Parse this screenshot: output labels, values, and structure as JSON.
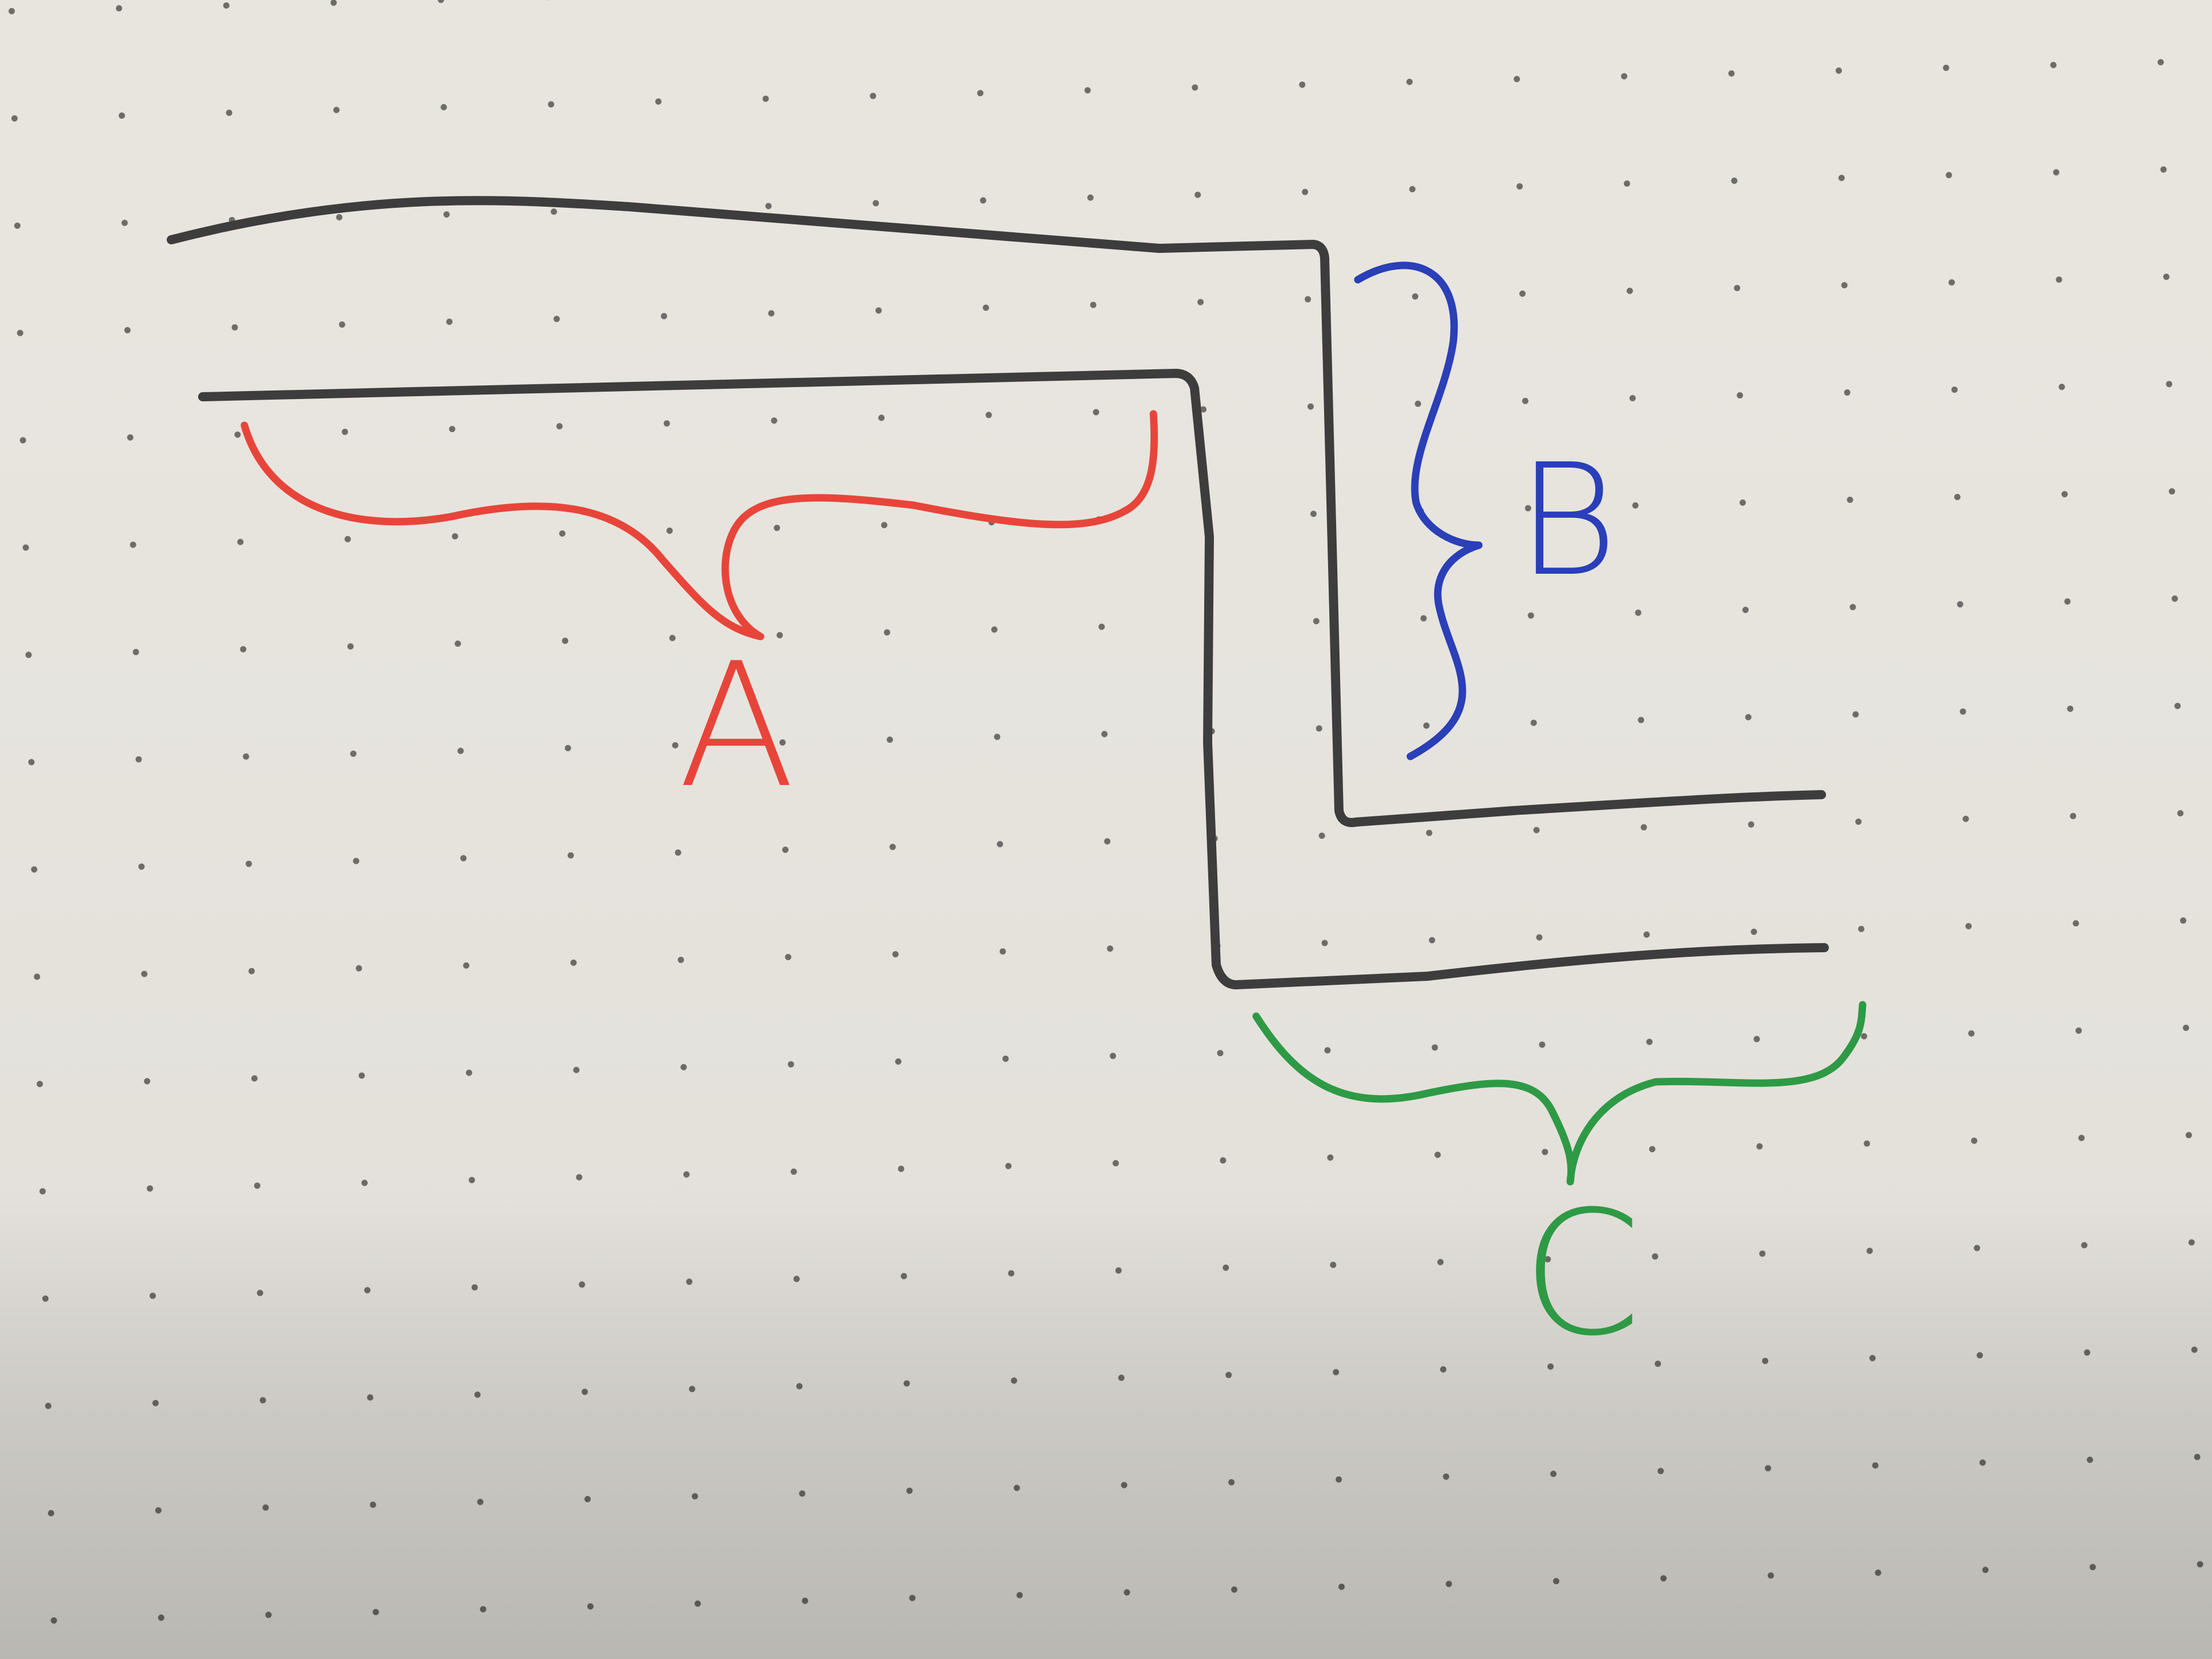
{
  "labels": {
    "a": "A",
    "b": "B",
    "c": "C"
  },
  "colors": {
    "paper": "#e8e5df",
    "ink": "#3d3d3d",
    "dot": "#6e6c68",
    "a": "#e8453a",
    "b": "#2a3fb8",
    "c": "#2e9a45"
  },
  "icons": {
    "a": "curly-brace-down",
    "b": "curly-brace-right",
    "c": "curly-brace-down"
  }
}
